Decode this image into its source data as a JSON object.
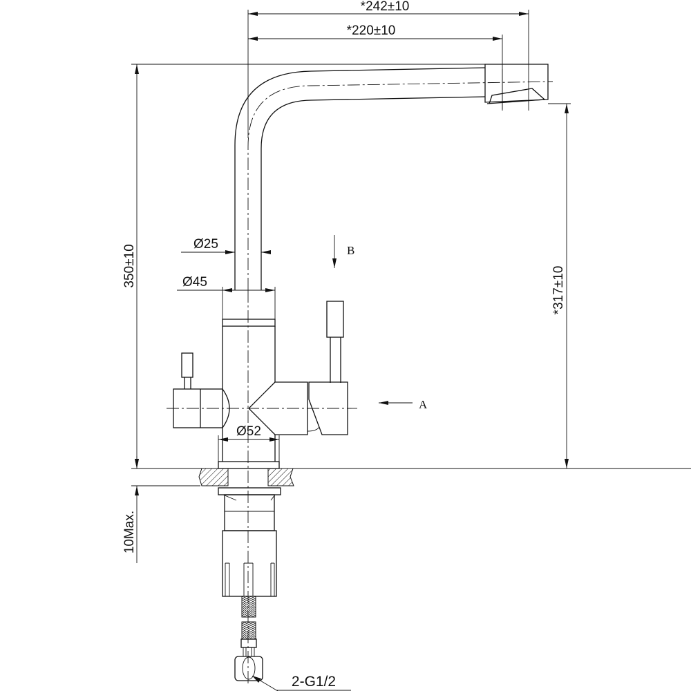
{
  "dimensions": {
    "spout_reach_outer": "*242±10",
    "spout_reach_inner": "*220±10",
    "total_height": "350±10",
    "spout_height": "*317±10",
    "counter_thickness": "10Max.",
    "column_diameter": "Ø25",
    "collar_diameter": "Ø45",
    "base_diameter": "Ø52",
    "connection": "2-G1/2"
  },
  "views": {
    "view_a": "A",
    "view_b": "B"
  }
}
